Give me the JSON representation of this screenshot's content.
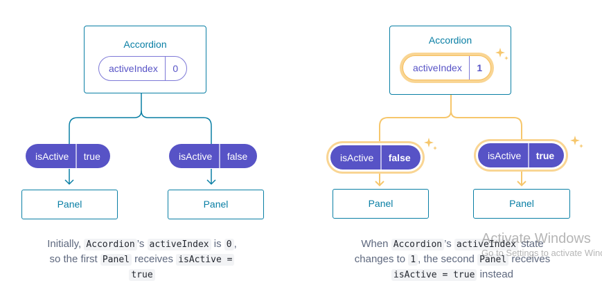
{
  "left": {
    "parent_title": "Accordion",
    "state": {
      "key": "activeIndex",
      "value": "0"
    },
    "children": [
      {
        "prop_key": "isActive",
        "prop_value": "true",
        "label": "Panel"
      },
      {
        "prop_key": "isActive",
        "prop_value": "false",
        "label": "Panel"
      }
    ],
    "caption": {
      "t1": "Initially, ",
      "c1": "Accordion",
      "t2": "’s ",
      "c2": "activeIndex",
      "t3": " is ",
      "c3": "0",
      "t4": ",",
      "t5": "so the first ",
      "c4": "Panel",
      "t6": " receives ",
      "c5": "isActive =",
      "c6": "true"
    }
  },
  "right": {
    "parent_title": "Accordion",
    "state": {
      "key": "activeIndex",
      "value": "1"
    },
    "children": [
      {
        "prop_key": "isActive",
        "prop_value": "false",
        "label": "Panel"
      },
      {
        "prop_key": "isActive",
        "prop_value": "true",
        "label": "Panel"
      }
    ],
    "caption": {
      "t1": "When ",
      "c1": "Accordion",
      "t2": "’s ",
      "c2": "activeIndex",
      "t3": " state",
      "t4": "changes to ",
      "c3": "1",
      "t5": ", the second ",
      "c4": "Panel",
      "t6": " receives",
      "c5": "isActive = true",
      "t7": " instead"
    }
  },
  "watermark": {
    "line1": "Activate Windows",
    "line2": "Go to Settings to activate Windows."
  },
  "colors": {
    "wire_blue": "#087ea4",
    "wire_gold": "#f6c66b",
    "prop_purple": "#5753c6",
    "highlight": "#f9d593"
  }
}
